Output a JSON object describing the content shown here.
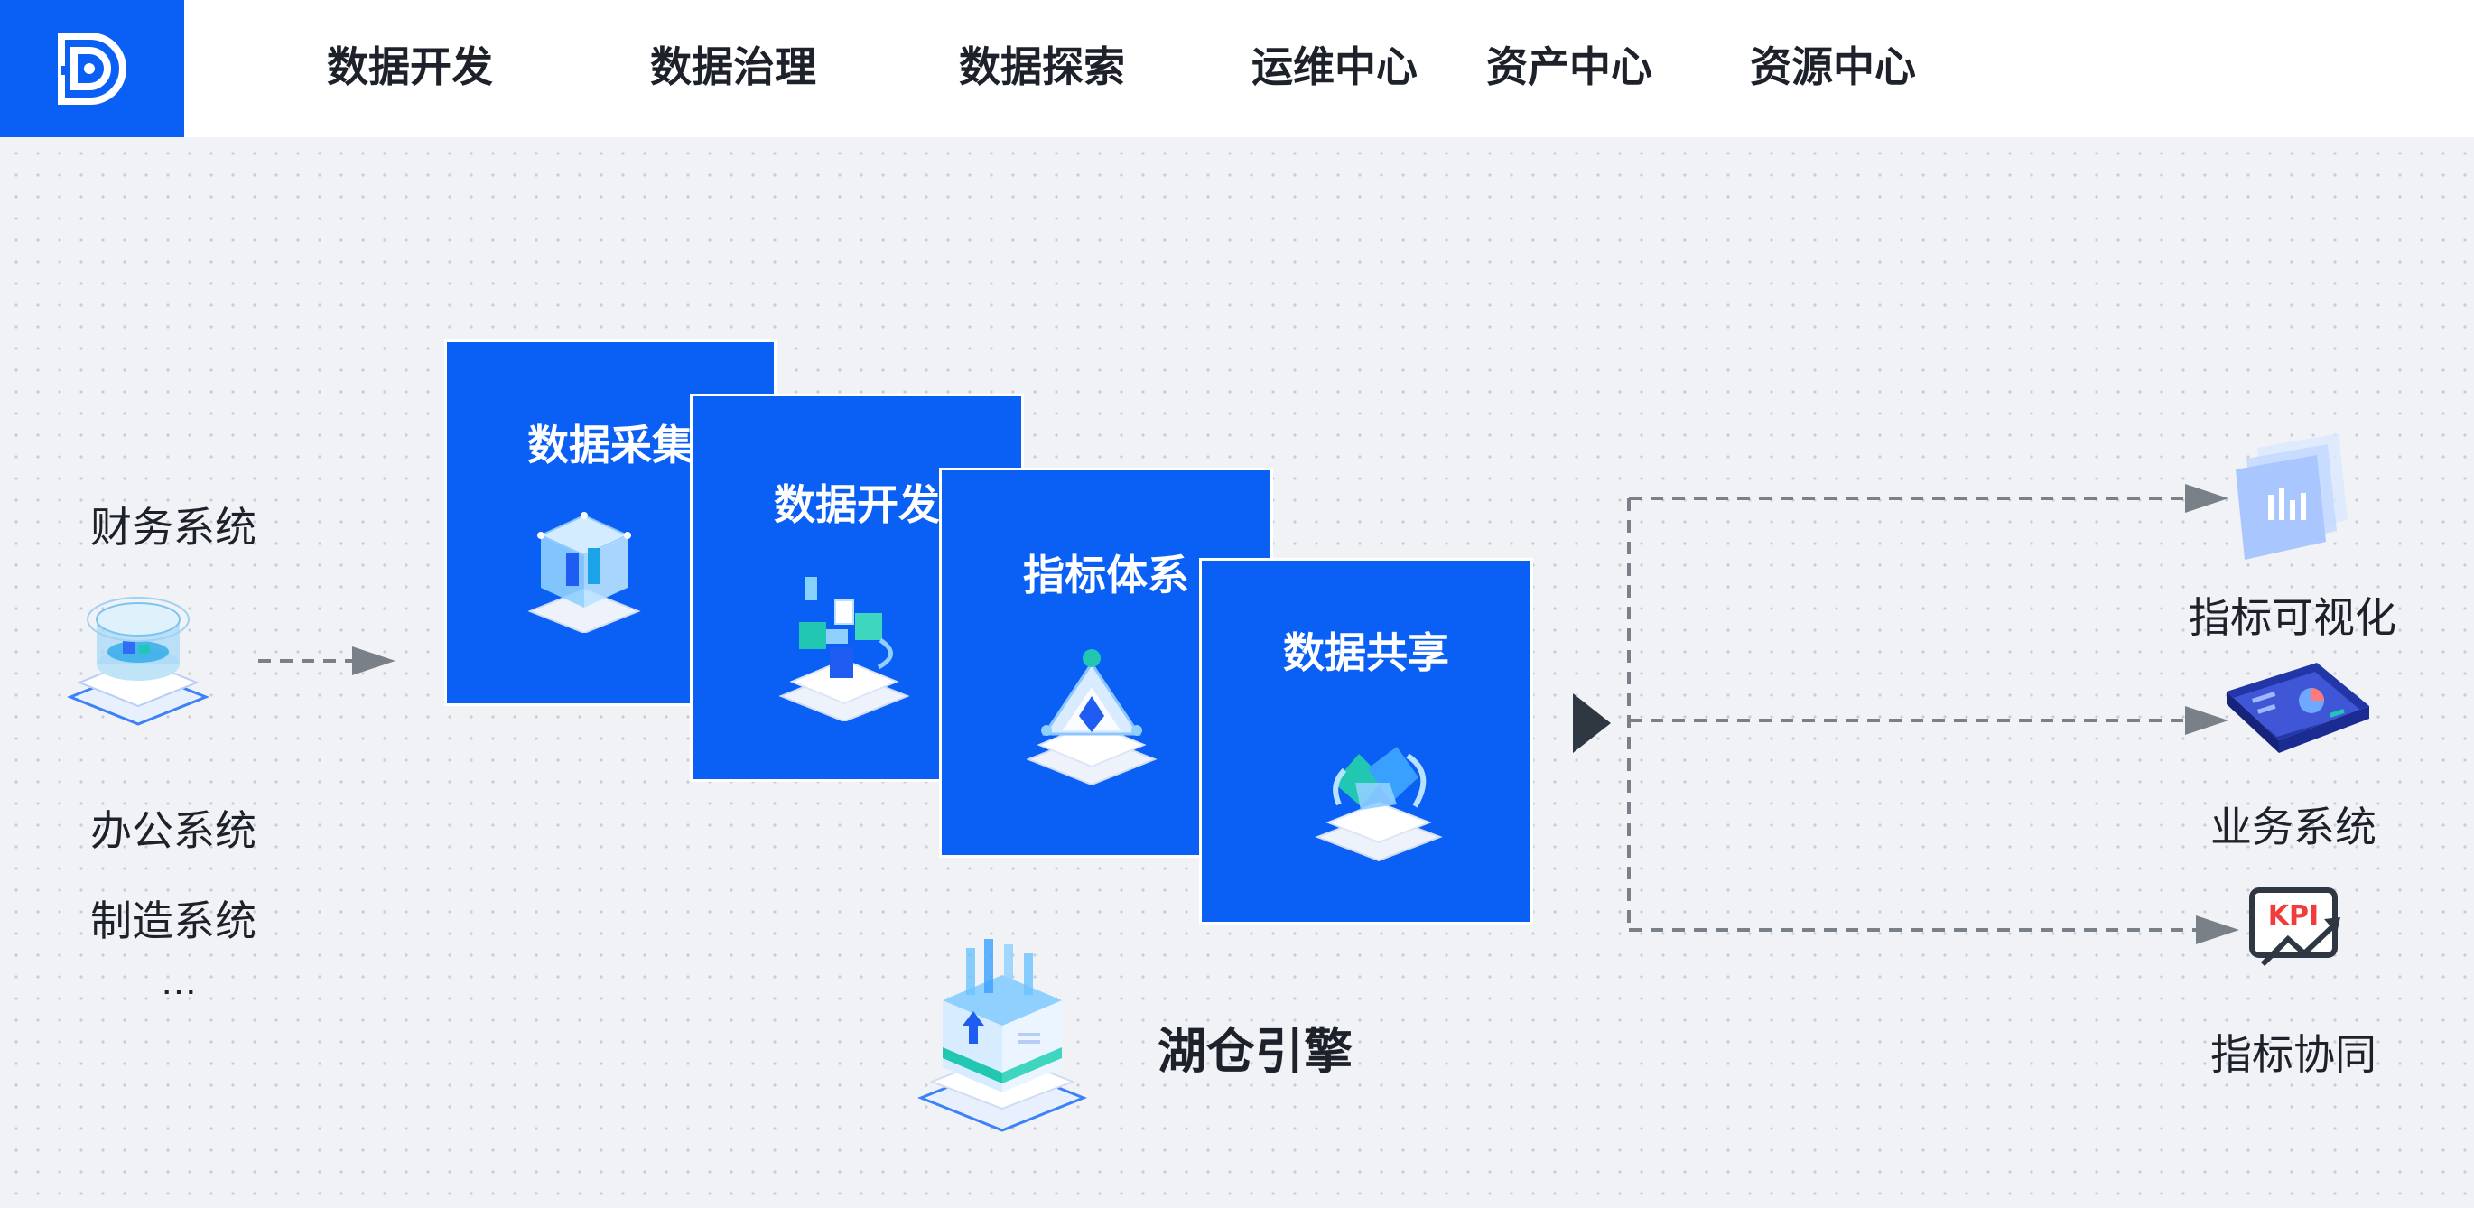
{
  "nav": {
    "items": [
      "数据开发",
      "数据治理",
      "数据探索",
      "运维中心",
      "资产中心",
      "资源中心"
    ]
  },
  "sources": {
    "items": [
      "财务系统",
      "办公系统",
      "制造系统"
    ],
    "more": "…"
  },
  "stages": {
    "items": [
      "数据采集",
      "数据开发",
      "指标体系",
      "数据共享"
    ]
  },
  "engine": {
    "label": "湖仓引擎"
  },
  "outputs": {
    "items": [
      "指标可视化",
      "业务系统",
      "指标协同"
    ],
    "kpi_badge": "KPI"
  },
  "colors": {
    "primary": "#0a5ff5",
    "background": "#f0f2f5",
    "text": "#1d2129",
    "arrow": "#7a8087",
    "connector": "#7a8087"
  },
  "icons": {
    "logo": "data-d-logo-icon",
    "source": "database-platform-icon",
    "collect": "cube-platform-icon",
    "develop": "blocks-platform-icon",
    "indicator": "pyramid-platform-icon",
    "share": "handshake-platform-icon",
    "engine": "lakehouse-box-icon",
    "visual": "chart-panel-icon",
    "business": "dashboard-board-icon",
    "kpi": "kpi-trend-icon"
  }
}
